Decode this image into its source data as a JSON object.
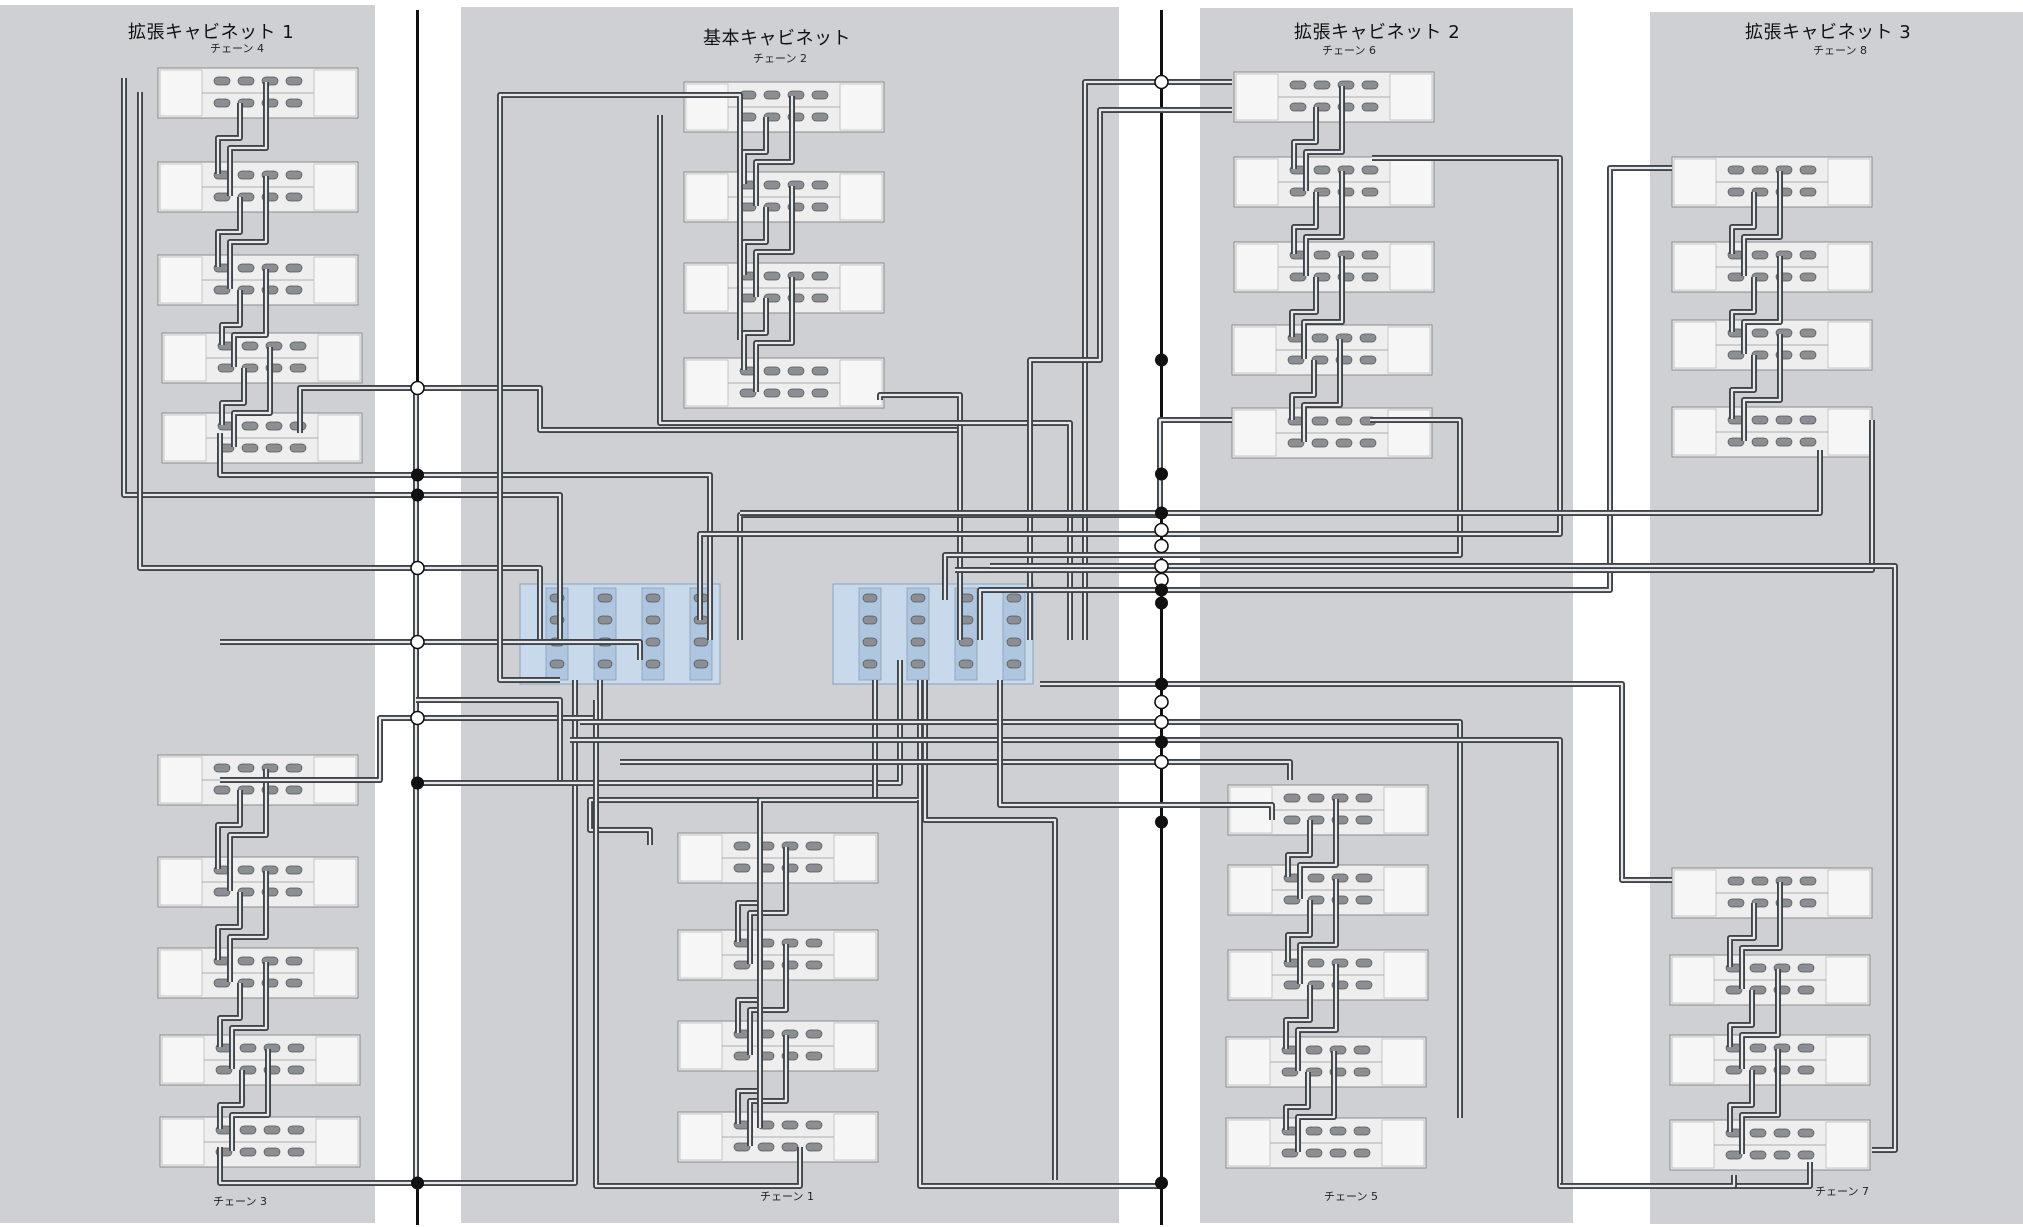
{
  "cabinets": [
    {
      "title": "拡張キャビネット 1",
      "chains": [
        "チェーン 4",
        "チェーン 3"
      ]
    },
    {
      "title": "基本キャビネット",
      "chains": [
        "チェーン 2",
        "チェーン 1"
      ]
    },
    {
      "title": "拡張キャビネット 2",
      "chains": [
        "チェーン 6",
        "チェーン 5"
      ]
    },
    {
      "title": "拡張キャビネット 3",
      "chains": [
        "チェーン 8",
        "チェーン 7"
      ]
    }
  ],
  "colors": {
    "cabinet_bg": "#cfd0d3",
    "cable_outer": "#3f444a",
    "cable_inner": "#e6e8ea",
    "shelf_fill": "#eeeeee",
    "controller_fill": "#c7d9ea",
    "bus_line": "#111111"
  },
  "node_icons": [
    "hollow-circle-node",
    "filled-circle-node"
  ]
}
